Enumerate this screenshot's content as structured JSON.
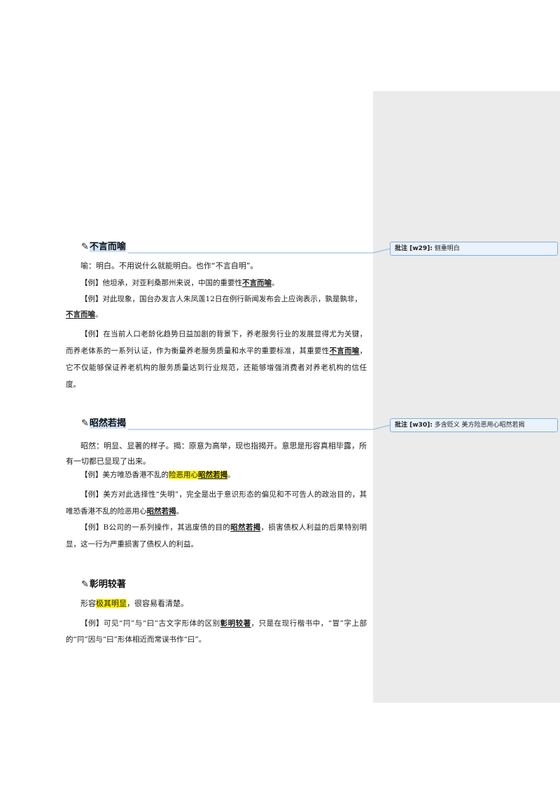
{
  "comments": [
    {
      "label": "批注 [w29]:",
      "text": "侧重明白"
    },
    {
      "label": "批注 [w30]:",
      "text": "多含贬义  美方险恶用心昭然若揭"
    }
  ],
  "entries": [
    {
      "icon": "✎",
      "title": "不言而喻",
      "definition": "喻：明白。不用说什么就能明白。也作“不言自明”。",
      "examples": [
        {
          "tag": "【例】",
          "pre": "他坦承，对亚利桑那州来说，中国的重要性",
          "idiom": "不言而喻",
          "post": "。"
        },
        {
          "tag": "【例】",
          "pre": "对此现象，国台办发言人朱凤莲12日在例行新闻发布会上应询表示，孰是孰非，",
          "idiom": "不言而喻",
          "post": "。"
        },
        {
          "tag": "【例】",
          "pre": "在当前人口老龄化趋势日益加剧的背景下，养老服务行业的发展显得尤为关键，而养老体系的一系列认证，作为衡量养老服务质量和水平的重要标准，其重要性",
          "idiom": "不言而喻",
          "post": "，它不仅能够保证养老机构的服务质量达到行业规范，还能够增强消费者对养老机构的信任度。"
        }
      ]
    },
    {
      "icon": "✎",
      "title": "昭然若揭",
      "definition": "昭然：明显、显著的样子。揭：原意为高举，现也指揭开。意思是形容真相毕露，所有一切都已显现了出来。",
      "examples": [
        {
          "tag": "【例】",
          "pre": "美方唯恐香港不乱的",
          "highlight": "险恶用心",
          "idiom": "昭然若揭",
          "post": "。"
        },
        {
          "tag": "【例】",
          "pre": "美方对此选择性“失明”，完全是出于意识形态的偏见和不可告人的政治目的，其唯恐香港不乱的险恶用心",
          "idiom": "昭然若揭",
          "post": "。"
        },
        {
          "tag": "【例】",
          "pre": "B公司的一系列操作，其逃废债的目的",
          "idiom": "昭然若揭",
          "post": "，损害债权人利益的后果特别明显，这一行为严重损害了债权人的利益。"
        }
      ]
    },
    {
      "icon": "✎",
      "title": "彰明较著",
      "definition_pre": "形容",
      "definition_highlight": "极其明显",
      "definition_post": "，很容易看清楚。",
      "examples": [
        {
          "tag": "【例】",
          "pre": "可见“冃”与“曰”古文字形体的区别",
          "idiom": "彰明较著",
          "post": "，只是在现行楷书中，“冒”字上部的“冃”因与“曰”形体相近而常误书作“曰”。"
        }
      ]
    }
  ]
}
